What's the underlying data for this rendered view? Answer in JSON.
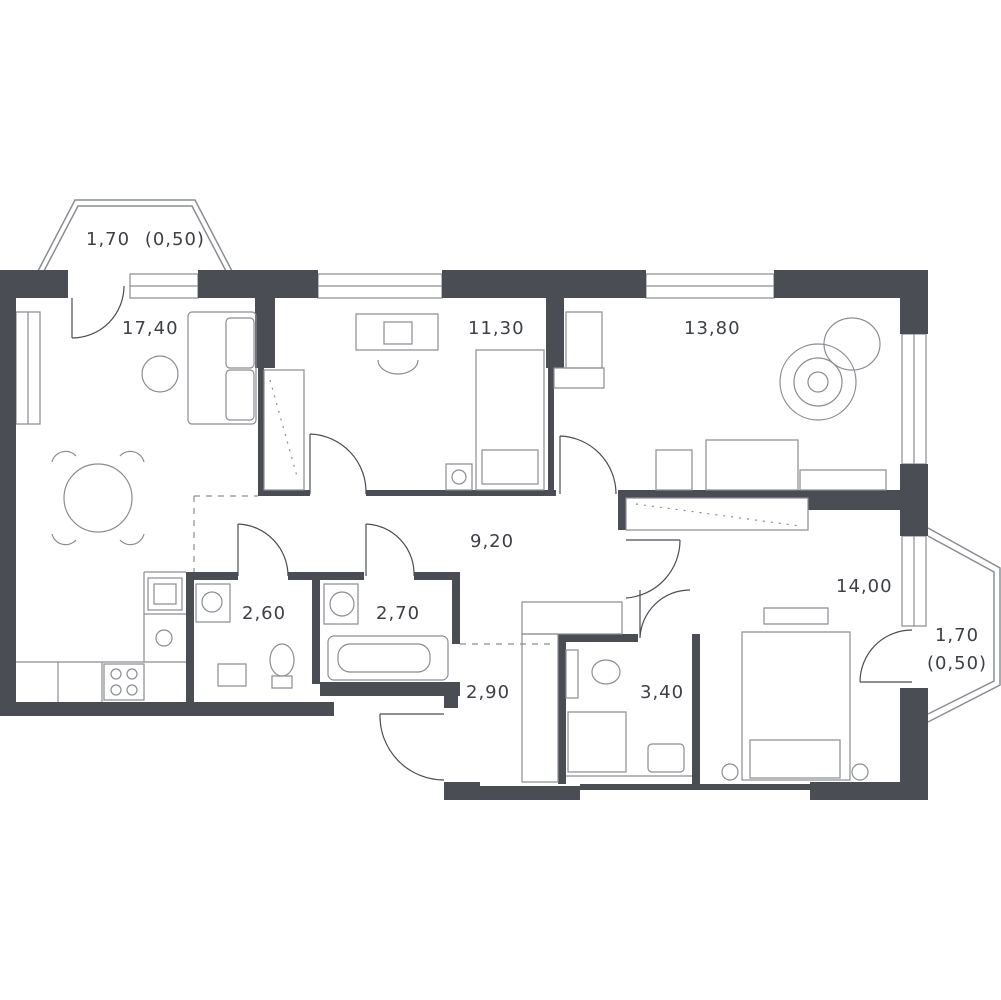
{
  "plan": {
    "wall_color": "#4a4d54",
    "line_color": "#8a8d93",
    "rooms": [
      {
        "id": "balcony-left",
        "area": "1,70",
        "sub": "(0,50)"
      },
      {
        "id": "living-kitchen",
        "area": "17,40"
      },
      {
        "id": "bedroom-middle",
        "area": "11,30"
      },
      {
        "id": "bedroom-right",
        "area": "13,80"
      },
      {
        "id": "hallway",
        "area": "9,20"
      },
      {
        "id": "bathroom-small",
        "area": "2,60"
      },
      {
        "id": "bathroom-tub",
        "area": "2,70"
      },
      {
        "id": "entrance",
        "area": "2,90"
      },
      {
        "id": "shower-room",
        "area": "3,40"
      },
      {
        "id": "bedroom-master",
        "area": "14,00"
      },
      {
        "id": "balcony-right",
        "area": "1,70",
        "sub": "(0,50)"
      }
    ]
  }
}
